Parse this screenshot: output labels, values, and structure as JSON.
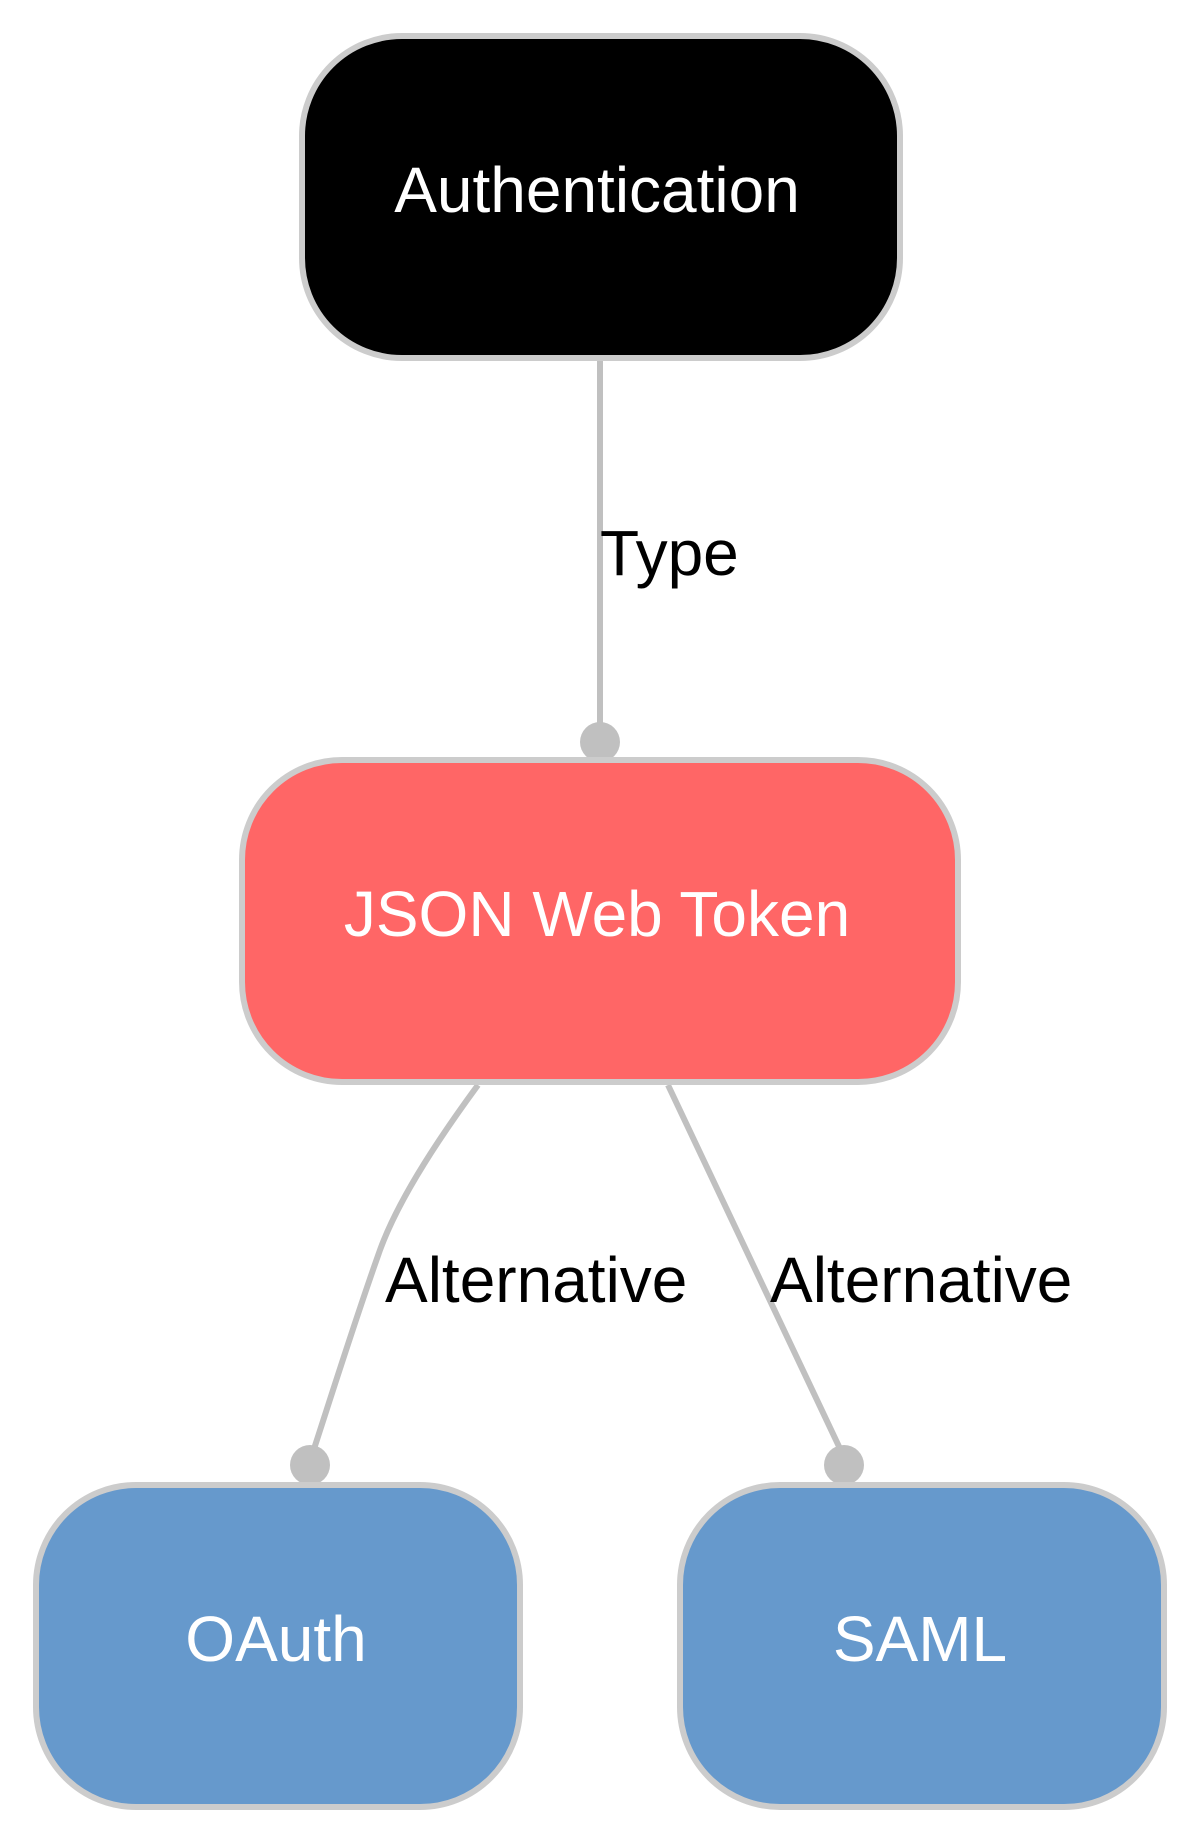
{
  "diagram": {
    "nodes": {
      "authentication": {
        "label": "Authentication",
        "fill": "#000000",
        "text_color": "#ffffff",
        "border": "#cccccc"
      },
      "jwt": {
        "label": "JSON Web Token",
        "fill": "#ff6666",
        "text_color": "#ffffff",
        "border": "#cccccc"
      },
      "oauth": {
        "label": "OAuth",
        "fill": "#6699cc",
        "text_color": "#ffffff",
        "border": "#cccccc"
      },
      "saml": {
        "label": "SAML",
        "fill": "#6699cc",
        "text_color": "#ffffff",
        "border": "#cccccc"
      }
    },
    "edges": {
      "auth_to_jwt": {
        "label": "Type",
        "from": "Authentication",
        "to": "JSON Web Token"
      },
      "jwt_to_oauth": {
        "label": "Alternative",
        "from": "JSON Web Token",
        "to": "OAuth"
      },
      "jwt_to_saml": {
        "label": "Alternative",
        "from": "JSON Web Token",
        "to": "SAML"
      }
    },
    "edge_color": "#c0c0c0"
  }
}
